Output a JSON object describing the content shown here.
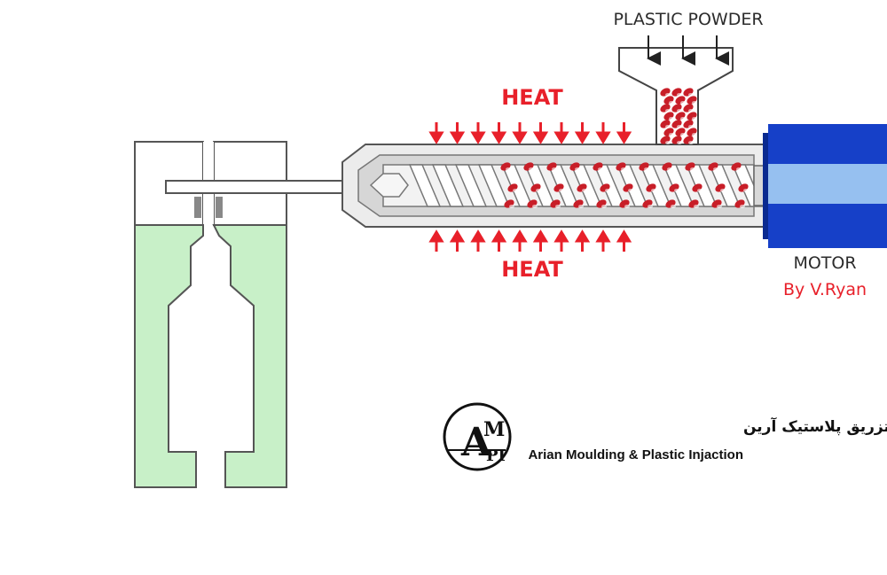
{
  "labels": {
    "powder": "PLASTIC POWDER",
    "heat_top": "HEAT",
    "heat_bottom": "HEAT",
    "motor": "MOTOR",
    "credit": "By V.Ryan"
  },
  "brand": {
    "name_fa": "قالبسازی و تزریق پلاستیک آرین",
    "name_en": "Arian Moulding & Plastic Injaction",
    "logo_letters": [
      "A",
      "M",
      "PI"
    ]
  },
  "colors": {
    "heat": "#e8202a",
    "mould": "#c8f0c8",
    "motor_dark": "#1640c8",
    "motor_light": "#96c0f0",
    "barrel": "#ececec",
    "pellet": "#c81e28"
  }
}
